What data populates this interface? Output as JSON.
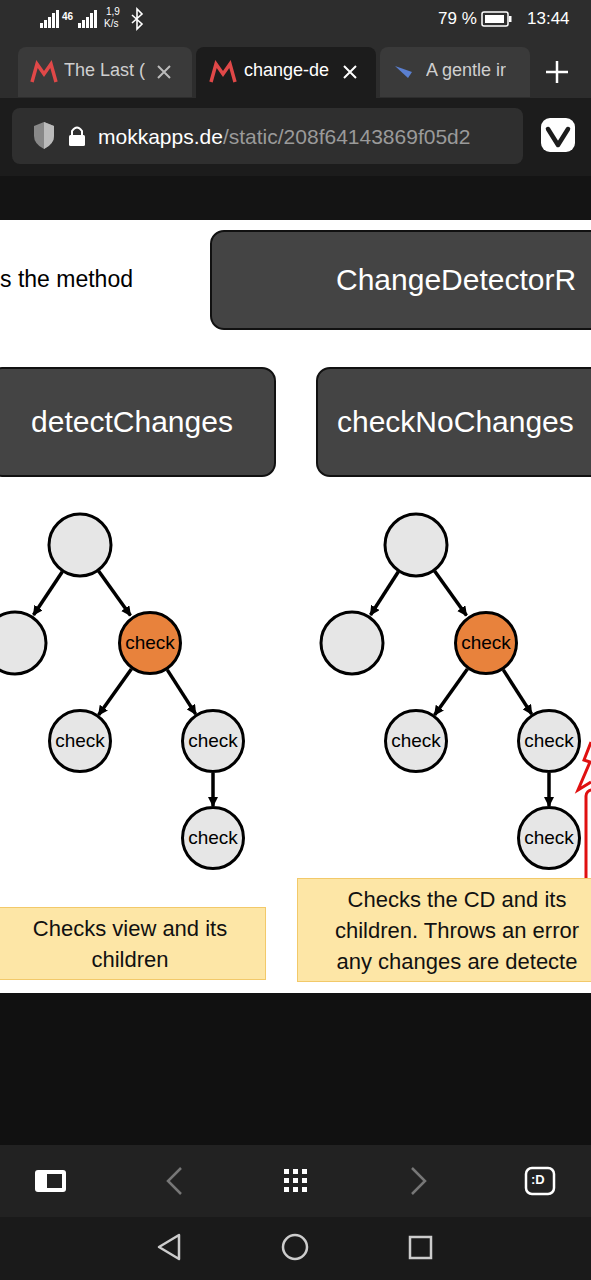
{
  "diagram": {
    "nodes": [
      {
        "text": [
          "ChangeDetectorR"
        ]
      },
      {
        "text": [
          "detectChanges"
        ]
      },
      {
        "text": [
          "checkNoChanges"
        ]
      },
      {
        "text": [
          "check"
        ]
      },
      {
        "text": [
          "check"
        ]
      },
      {
        "text": [
          "check"
        ]
      },
      {
        "text": [
          "check"
        ]
      },
      {
        "text": [
          "check"
        ]
      },
      {
        "text": [
          "check"
        ]
      },
      {
        "text": [
          "check"
        ]
      },
      {
        "text": [
          "check"
        ]
      },
      {
        "text": [
          "Checks view and its children"
        ]
      },
      {
        "text": [
          "Checks the CD and its children. Throws an error any changes are detecte"
        ]
      }
    ],
    "edges": [
      {
        "from": 3,
        "to": 4,
        "arrow": "to"
      },
      {
        "from": 3,
        "to": 5,
        "arrow": "to"
      },
      {
        "from": 5,
        "to": 6,
        "arrow": "to"
      },
      {
        "from": 7,
        "to": 8,
        "arrow": "to"
      },
      {
        "from": 7,
        "to": 9,
        "arrow": "to"
      },
      {
        "from": 9,
        "to": 10,
        "arrow": "to"
      }
    ],
    "labels": [
      "46",
      "1,9",
      "K/s",
      "79 %",
      "13:44",
      "The Last (",
      "change-de",
      "A gentle ir",
      "mokkapps.de",
      "/static/208f64143869f05d2",
      "s the method",
      ":D"
    ]
  }
}
